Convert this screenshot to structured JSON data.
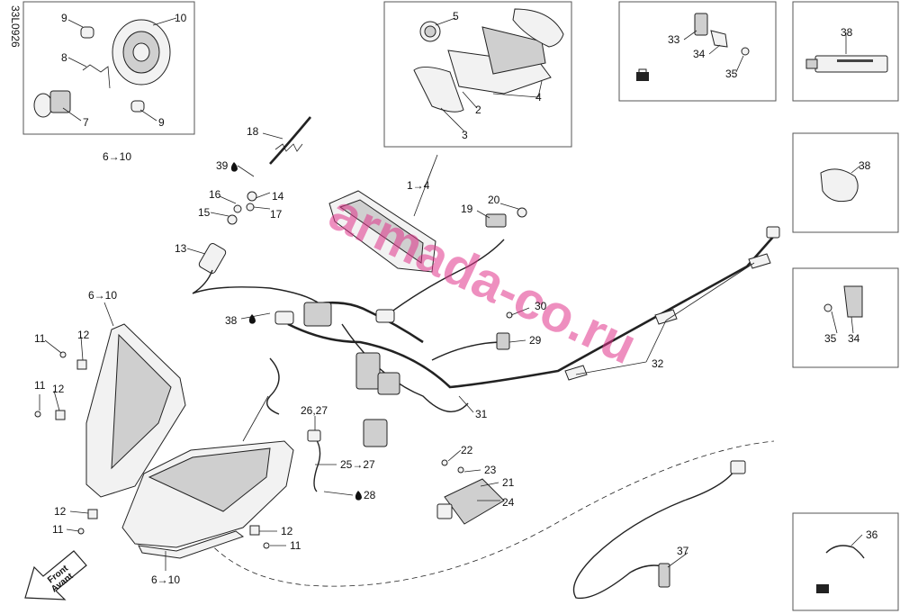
{
  "diagram_code": "33L0926",
  "watermark": "armada-co.ru",
  "front_arrow": {
    "line1": "Front",
    "line2": "Avant"
  },
  "callouts": {
    "c1_4": "1→4",
    "c2": "2",
    "c3": "3",
    "c4": "4",
    "c5": "5",
    "c6_10_top": "6→10",
    "c6_10_left": "6→10",
    "c6_10_bottom": "6→10",
    "c7": "7",
    "c8": "8",
    "c9a": "9",
    "c9b": "9",
    "c10": "10",
    "c11a": "11",
    "c11b": "11",
    "c11c": "11",
    "c11d": "11",
    "c12a": "12",
    "c12b": "12",
    "c12c": "12",
    "c12d": "12",
    "c13": "13",
    "c14": "14",
    "c15": "15",
    "c16": "16",
    "c17": "17",
    "c18": "18",
    "c19": "19",
    "c20": "20",
    "c21": "21",
    "c22": "22",
    "c23": "23",
    "c24": "24",
    "c25_27": "25→27",
    "c26_27": "26,27",
    "c28": "28",
    "c29": "29",
    "c30": "30",
    "c31": "31",
    "c32": "32",
    "c33": "33",
    "c34a": "34",
    "c34b": "34",
    "c35a": "35",
    "c35b": "35",
    "c36": "36",
    "c37": "37",
    "c38a": "38",
    "c38b": "38",
    "c38c": "38",
    "c39": "39"
  },
  "icons": [
    "lubricant-drop-icon",
    "tool-kit-icon",
    "front-arrow-icon"
  ]
}
